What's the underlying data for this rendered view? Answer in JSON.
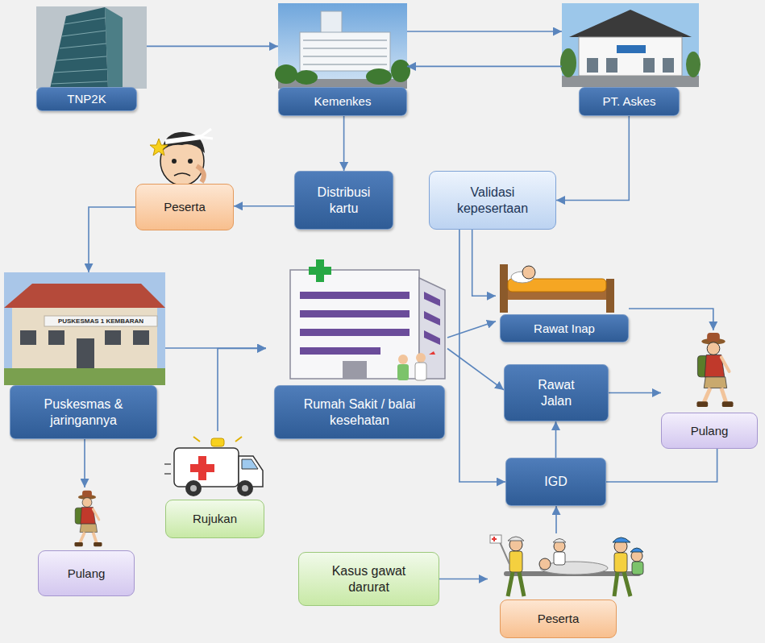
{
  "diagram": {
    "nodes": [
      {
        "text": [
          "TNP2K"
        ]
      },
      {
        "text": [
          "Kemenkes"
        ]
      },
      {
        "text": [
          "PT. Askes"
        ]
      },
      {
        "text": [
          "Peserta"
        ]
      },
      {
        "text": [
          "Distribusi kartu"
        ]
      },
      {
        "text": [
          "Validasi kepesertaan"
        ]
      },
      {
        "text": [
          "Puskesmas & jaringannya"
        ]
      },
      {
        "text": [
          "Rumah Sakit / balai kesehatan"
        ]
      },
      {
        "text": [
          "Rawat Inap"
        ]
      },
      {
        "text": [
          "Rawat Jalan"
        ]
      },
      {
        "text": [
          "Pulang"
        ]
      },
      {
        "text": [
          "IGD"
        ]
      },
      {
        "text": [
          "Pulang"
        ]
      },
      {
        "text": [
          "Rujukan"
        ]
      },
      {
        "text": [
          "Kasus gawat darurat"
        ]
      },
      {
        "text": [
          "Peserta"
        ]
      }
    ],
    "edges": [
      {
        "from": 0,
        "to": 1,
        "arrow": "to"
      },
      {
        "from": 1,
        "to": 2,
        "arrow": "to"
      },
      {
        "from": 2,
        "to": 1,
        "arrow": "to"
      },
      {
        "from": 1,
        "to": 4,
        "arrow": "to"
      },
      {
        "from": 4,
        "to": 3,
        "arrow": "to"
      },
      {
        "from": 3,
        "to": 6,
        "arrow": "to"
      },
      {
        "from": 2,
        "to": 5,
        "arrow": "to"
      },
      {
        "from": 6,
        "to": 7,
        "arrow": "to"
      },
      {
        "from": 13,
        "to": 7,
        "arrow": "to"
      },
      {
        "from": 6,
        "to": 12,
        "arrow": "to"
      },
      {
        "from": 7,
        "to": 8,
        "arrow": "to"
      },
      {
        "from": 7,
        "to": 9,
        "arrow": "to"
      },
      {
        "from": 5,
        "to": 8,
        "arrow": "to"
      },
      {
        "from": 5,
        "to": 11,
        "arrow": "to"
      },
      {
        "from": 8,
        "to": 10,
        "arrow": "to"
      },
      {
        "from": 9,
        "to": 10,
        "arrow": "to"
      },
      {
        "from": 11,
        "to": 10,
        "arrow": "none"
      },
      {
        "from": 11,
        "to": 9,
        "arrow": "to"
      },
      {
        "from": 14,
        "to": 15,
        "arrow": "to"
      },
      {
        "from": 15,
        "to": 11,
        "arrow": "to"
      }
    ],
    "labels": [
      "PUSKESMAS 1 KEMBARAN"
    ]
  }
}
